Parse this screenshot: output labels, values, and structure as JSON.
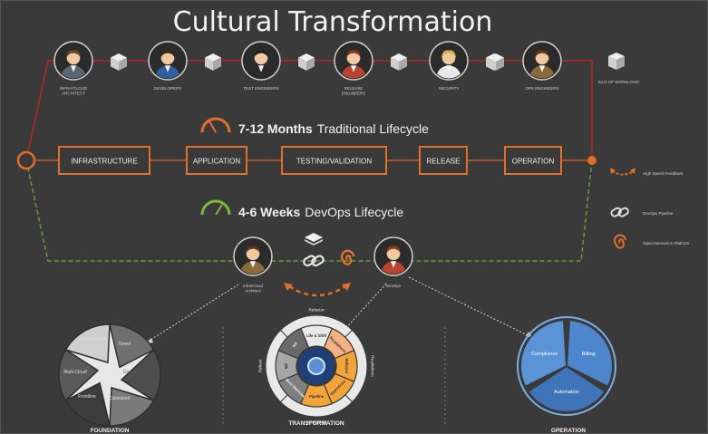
{
  "title": "Cultural Transformation",
  "roles": [
    {
      "label": "INFRA/CLOUD ARCHITECT"
    },
    {
      "label": "DEVELOPERS"
    },
    {
      "label": "TEST ENGINEERS"
    },
    {
      "label": "RELEASE ENGINEERS"
    },
    {
      "label": "SECURITY"
    },
    {
      "label": "OPS ENGINEERS"
    }
  ],
  "silo_label": "SILO OF WORKLOAD",
  "traditional": {
    "duration": "7-12 Months",
    "label": "Traditional Lifecycle"
  },
  "stages": [
    "INFRASTRUCTURE",
    "APPLICATION",
    "TESTING/VALIDATION",
    "RELEASE",
    "OPERATION"
  ],
  "devops": {
    "duration": "4-6 Weeks",
    "label": "DevOps Lifecycle"
  },
  "legend": [
    {
      "icon": "feedback-arrows-icon",
      "label": "High Speed Feedback"
    },
    {
      "icon": "pipeline-link-icon",
      "label": "DevOps Pipeline"
    },
    {
      "icon": "spiral-icon",
      "label": "Open Interaction Platform"
    }
  ],
  "devops_roles": [
    {
      "label": "Infra/Cloud Architect"
    },
    {
      "label": "DevOps"
    }
  ],
  "foundation": {
    "title": "FOUNDATION",
    "segments": [
      "Elastic Scale",
      "Tiered",
      "Optimized",
      "Frontline",
      "Multi-Cloud",
      "Compliance"
    ]
  },
  "transformation": {
    "title": "TRANSFORMATION",
    "outer": [
      "Refactor",
      "Re-platform",
      "Rearchitect",
      "Rehost"
    ],
    "inner": [
      "Life & Shift",
      "Re-platform",
      "Refactor",
      "Operations",
      "Pipeline",
      "Micro Services",
      "IaC",
      "IoT"
    ]
  },
  "operation": {
    "title": "OPERATION",
    "segments": [
      "Compliance",
      "Billing",
      "Automation"
    ]
  },
  "colors": {
    "orange": "#e0702a",
    "red": "#b22a1e",
    "green": "#7cb83a",
    "blue": "#5a93d6"
  }
}
